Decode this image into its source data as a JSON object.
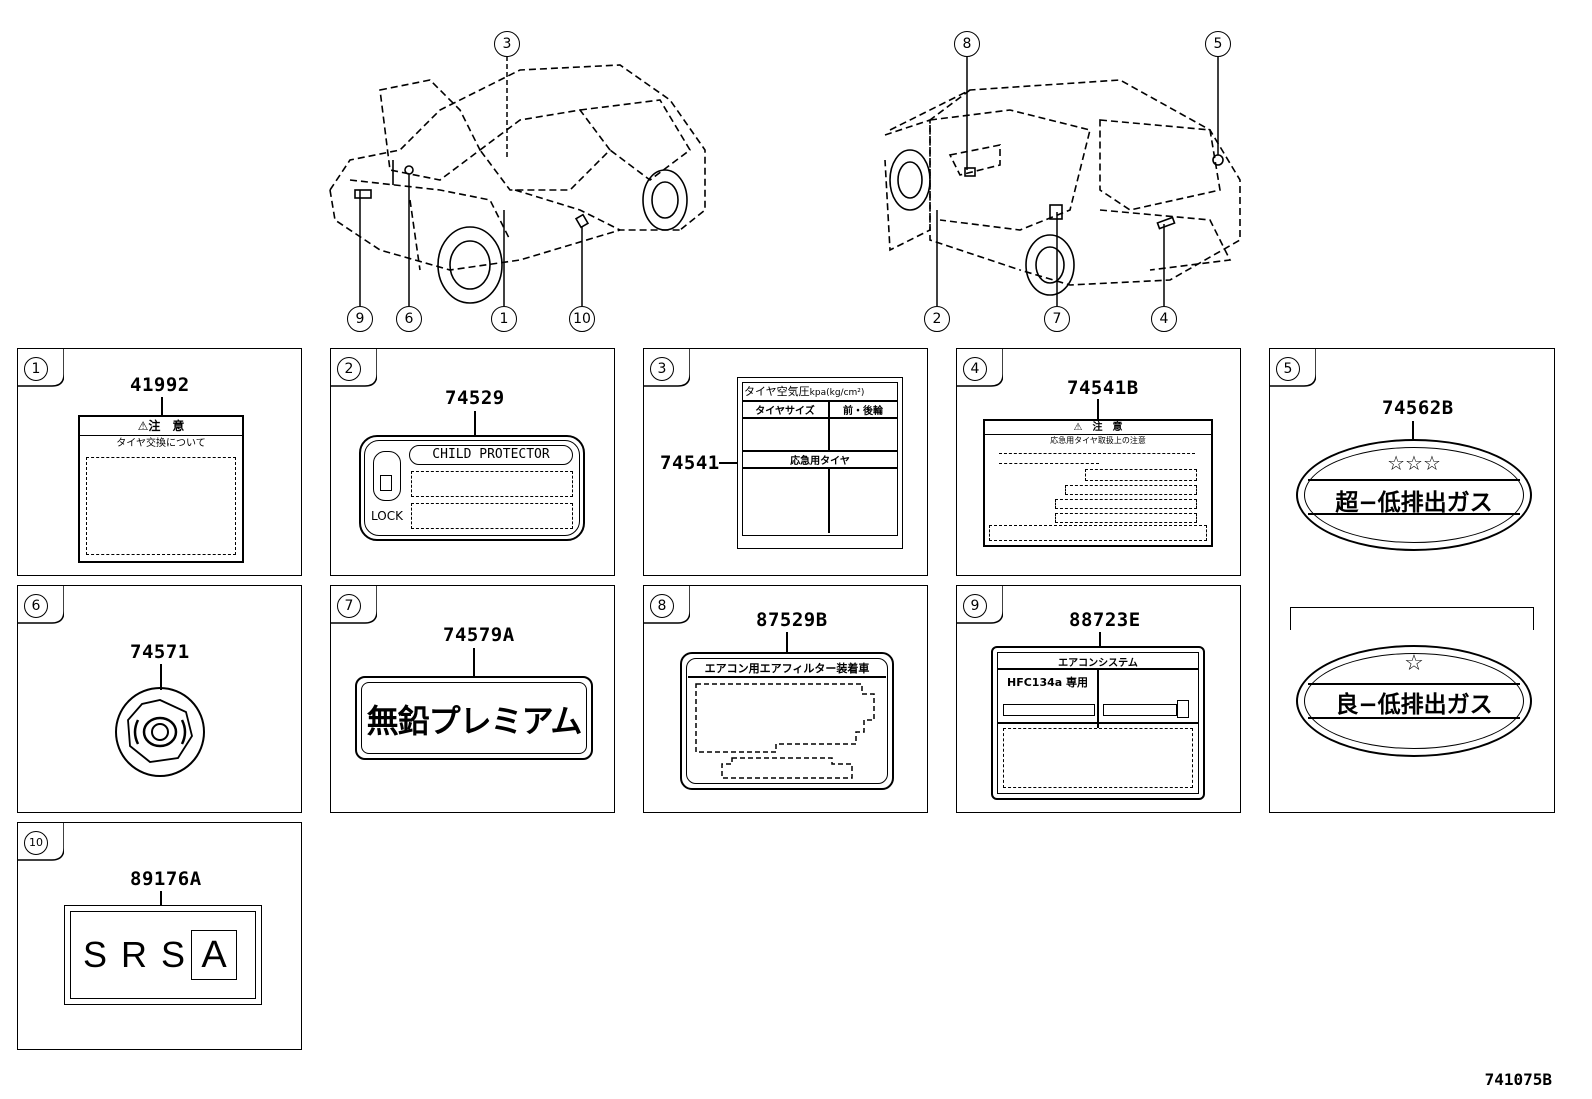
{
  "callouts_top": [
    "3",
    "8",
    "5"
  ],
  "callouts_bottom": [
    "9",
    "6",
    "1",
    "10",
    "2",
    "7",
    "4"
  ],
  "panels": [
    {
      "num": "1",
      "part": "41992",
      "label_title": "⚠注　意",
      "label_sub": "タイヤ交換について"
    },
    {
      "num": "2",
      "part": "74529",
      "label_title": "CHILD PROTECTOR",
      "label_sub": "LOCK"
    },
    {
      "num": "3",
      "part": "74541",
      "label_title": "タイヤ空気圧",
      "label_unit": "kpa(kg/cm²)",
      "col1": "タイヤサイズ",
      "col2": "前・後輪",
      "row": "応急用タイヤ"
    },
    {
      "num": "4",
      "part": "74541B",
      "label_title": "⚠　注　意",
      "label_sub": "応急用タイヤ取扱上の注意"
    },
    {
      "num": "5",
      "part": "74562B",
      "label_a_stars": "☆☆☆",
      "label_a_text": "超−低排出ガス",
      "label_b_stars": "☆",
      "label_b_text": "良−低排出ガス"
    },
    {
      "num": "6",
      "part": "74571"
    },
    {
      "num": "7",
      "part": "74579A",
      "label_text": "無鉛プレミアム"
    },
    {
      "num": "8",
      "part": "87529B",
      "label_title": "エアコン用エアフィルター装着車"
    },
    {
      "num": "9",
      "part": "88723E",
      "label_title": "エアコンシステム",
      "label_sub": "HFC134a 専用"
    },
    {
      "num": "10",
      "part": "89176A",
      "label_text": "S R S",
      "label_box": "A"
    }
  ],
  "caption": "741075B"
}
